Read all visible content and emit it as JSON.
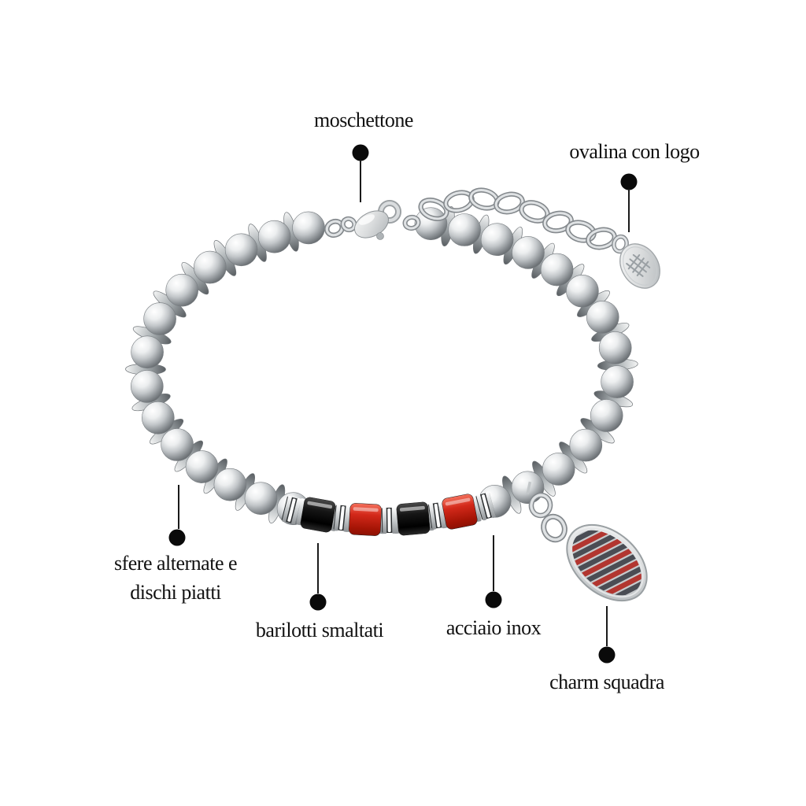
{
  "diagram": {
    "type": "annotated-product-image",
    "subject": "bracciale con sfere in acciaio",
    "background": "#ffffff"
  },
  "annotations": {
    "moschettone": {
      "label": "moschettone"
    },
    "ovalina": {
      "label": "ovalina con logo"
    },
    "sfere": {
      "label_line1": "sfere alternate e",
      "label_line2": "dischi piatti"
    },
    "barilotti": {
      "label": "barilotti smaltati"
    },
    "acciaio": {
      "label": "acciaio inox"
    },
    "charm": {
      "label": "charm squadra"
    }
  },
  "bracelet": {
    "barrel_colors": [
      "black",
      "red",
      "black",
      "red"
    ],
    "charm_stripe_colors": [
      "red",
      "dark"
    ],
    "colors": {
      "enamel_red": "#d3291a",
      "enamel_black": "#131313",
      "charm_red": "#b23630",
      "charm_dark": "#4a4d54",
      "steel_light": "#eceeef",
      "steel_mid": "#b2b7ba",
      "steel_dark": "#6a6f73",
      "ring_light": "#dfe2e4",
      "ring_dark": "#84898d",
      "leader_line": "#1a1a1a",
      "label_text": "#111111"
    }
  }
}
